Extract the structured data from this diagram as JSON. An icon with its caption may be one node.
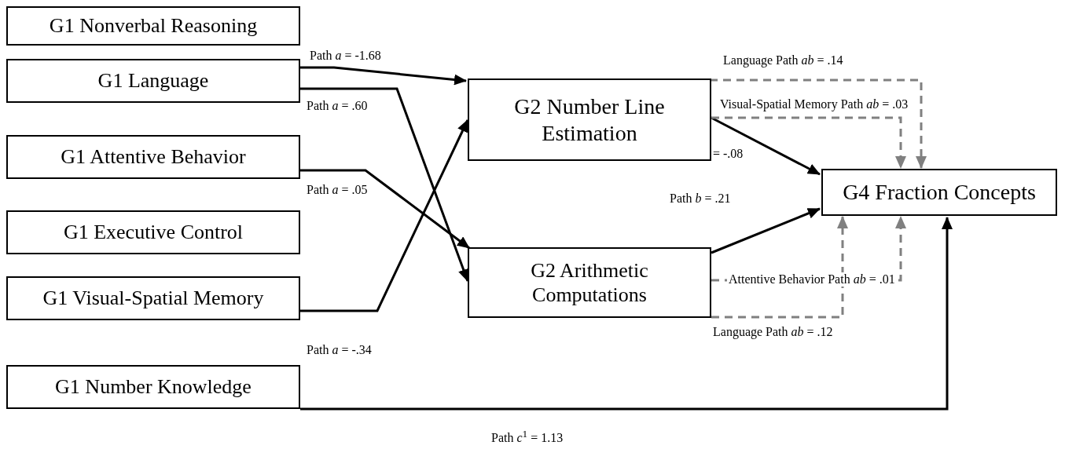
{
  "diagram": {
    "nodes": [
      {
        "text": [
          "G1 Nonverbal Reasoning"
        ]
      },
      {
        "text": [
          "G1 Language"
        ]
      },
      {
        "text": [
          "G1 Attentive Behavior"
        ]
      },
      {
        "text": [
          "G1 Executive Control"
        ]
      },
      {
        "text": [
          "G1 Visual-Spatial Memory"
        ]
      },
      {
        "text": [
          "G1 Number Knowledge"
        ]
      },
      {
        "text": [
          "G2 Number Line Estimation"
        ]
      },
      {
        "text": [
          "G2 Arithmetic Computations"
        ]
      },
      {
        "text": [
          "G4 Fraction Concepts"
        ]
      }
    ],
    "edges": [
      {
        "from": 1,
        "to": 6,
        "arrow": "to",
        "label": "Path *a* = -1.68"
      },
      {
        "from": 1,
        "to": 7,
        "arrow": "to",
        "label": "Path *a* = .60"
      },
      {
        "from": 2,
        "to": 7,
        "arrow": "to",
        "label": "Path *a* = .05"
      },
      {
        "from": 4,
        "to": 6,
        "arrow": "to",
        "label": "Path *a* = -.34"
      },
      {
        "from": 6,
        "to": 8,
        "arrow": "to",
        "label": "= -.08"
      },
      {
        "from": 7,
        "to": 8,
        "arrow": "to",
        "label": "Path *b* = .21"
      },
      {
        "from": 5,
        "to": 8,
        "arrow": "to",
        "label": "Path *c*$^{1}$ = 1.13"
      },
      {
        "from": 6,
        "to": 8,
        "arrow": "to",
        "label": "Language Path *ab* = .14",
        "style": "dashed",
        "color": "#808080"
      },
      {
        "from": 6,
        "to": 8,
        "arrow": "to",
        "label": "Visual-Spatial Memory Path *ab* = .03",
        "style": "dashed",
        "color": "#808080"
      },
      {
        "from": 7,
        "to": 8,
        "arrow": "to",
        "label": "Attentive Behavior Path *ab* = .01",
        "style": "dashed",
        "color": "#808080"
      },
      {
        "from": 7,
        "to": 8,
        "arrow": "to",
        "label": "Language Path *ab* = .12",
        "style": "dashed",
        "color": "#808080"
      }
    ]
  }
}
